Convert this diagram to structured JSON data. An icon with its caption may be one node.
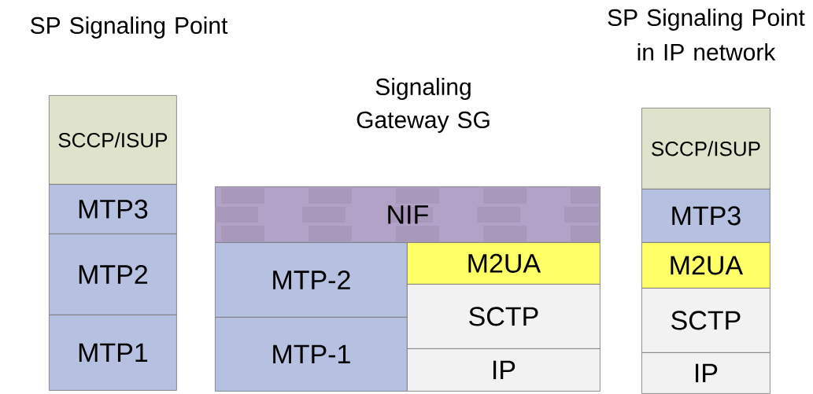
{
  "diagram": {
    "title": "Signaling Gateway SG",
    "nodes": [
      {
        "text": [
          "SCCP/ISUP"
        ]
      },
      {
        "text": [
          "MTP3"
        ]
      },
      {
        "text": [
          "MTP2"
        ]
      },
      {
        "text": [
          "MTP1"
        ]
      },
      {
        "text": [
          "NIF"
        ]
      },
      {
        "text": [
          "MTP-2"
        ]
      },
      {
        "text": [
          "MTP-1"
        ]
      },
      {
        "text": [
          "M2UA"
        ]
      },
      {
        "text": [
          "SCTP"
        ]
      },
      {
        "text": [
          "IP"
        ]
      },
      {
        "text": [
          "SCCP/ISUP"
        ]
      },
      {
        "text": [
          "MTP3"
        ]
      },
      {
        "text": [
          "M2UA"
        ]
      },
      {
        "text": [
          "SCTP"
        ]
      },
      {
        "text": [
          "IP"
        ]
      }
    ],
    "labels": [
      "SP Signaling Point",
      "SP Signaling Point in IP network"
    ]
  }
}
